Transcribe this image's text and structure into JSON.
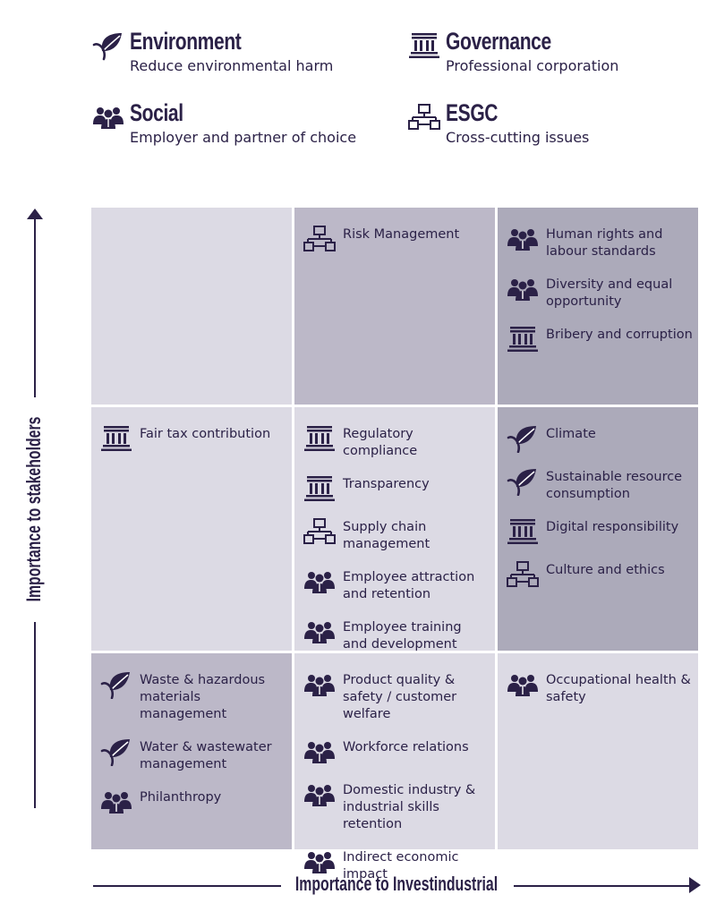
{
  "legend": {
    "environment": {
      "icon": "leaf-icon",
      "title": "Environment",
      "subtitle": "Reduce environmental harm"
    },
    "governance": {
      "icon": "building-icon",
      "title": "Governance",
      "subtitle": "Professional corporation"
    },
    "social": {
      "icon": "people-icon",
      "title": "Social",
      "subtitle": "Employer and partner of choice"
    },
    "esgc": {
      "icon": "network-icon",
      "title": "ESGC",
      "subtitle": "Cross-cutting issues"
    }
  },
  "axes": {
    "y_label": "Importance to stakeholders",
    "x_label": "Importance to Investindustrial"
  },
  "colors": {
    "ink": "#2b2147",
    "cell_light": "#dcdae4",
    "cell_medium": "#bcb8c8",
    "cell_dark": "#acaaba"
  },
  "matrix": {
    "rows": [
      {
        "cells": [
          {
            "shade": "light",
            "items": []
          },
          {
            "shade": "medium",
            "items": [
              {
                "category": "esgc",
                "label": "Risk Management"
              }
            ]
          },
          {
            "shade": "dark",
            "items": [
              {
                "category": "social",
                "label": "Human rights and labour standards"
              },
              {
                "category": "social",
                "label": "Diversity and equal opportunity"
              },
              {
                "category": "governance",
                "label": "Bribery and corruption"
              }
            ]
          }
        ]
      },
      {
        "cells": [
          {
            "shade": "light",
            "items": [
              {
                "category": "governance",
                "label": "Fair tax contribution"
              }
            ]
          },
          {
            "shade": "light",
            "items": [
              {
                "category": "governance",
                "label": "Regulatory compliance"
              },
              {
                "category": "governance",
                "label": "Transparency"
              },
              {
                "category": "esgc",
                "label": "Supply chain management"
              },
              {
                "category": "social",
                "label": "Employee attraction and retention"
              },
              {
                "category": "social",
                "label": "Employee training and development"
              }
            ]
          },
          {
            "shade": "dark",
            "items": [
              {
                "category": "environment",
                "label": "Climate"
              },
              {
                "category": "environment",
                "label": "Sustainable resource consumption"
              },
              {
                "category": "governance",
                "label": "Digital responsibility"
              },
              {
                "category": "esgc",
                "label": "Culture and ethics"
              }
            ]
          }
        ]
      },
      {
        "cells": [
          {
            "shade": "medium",
            "items": [
              {
                "category": "environment",
                "label": "Waste & hazardous materials management"
              },
              {
                "category": "environment",
                "label": "Water & wastewater management"
              },
              {
                "category": "social",
                "label": "Philanthropy"
              }
            ]
          },
          {
            "shade": "light",
            "items": [
              {
                "category": "social",
                "label": "Product quality & safety / customer welfare"
              },
              {
                "category": "social",
                "label": "Workforce relations"
              },
              {
                "category": "social",
                "label": "Domestic industry & industrial skills retention"
              },
              {
                "category": "social",
                "label": "Indirect economic impact"
              }
            ]
          },
          {
            "shade": "light",
            "items": [
              {
                "category": "social",
                "label": "Occupational health & safety"
              }
            ]
          }
        ]
      }
    ]
  }
}
